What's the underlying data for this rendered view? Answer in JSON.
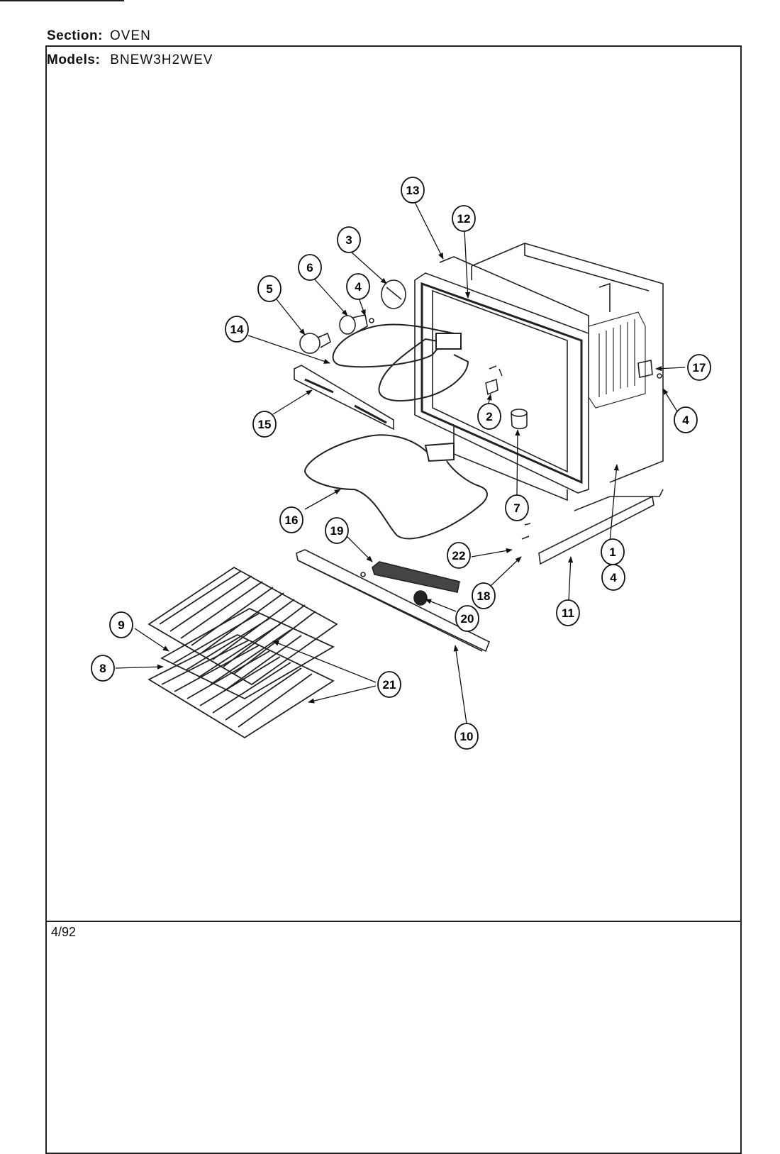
{
  "header": {
    "section_label": "Section:",
    "section_value": "OVEN",
    "models_label": "Models:",
    "models_value": "BNEW3H2WEV"
  },
  "footer": {
    "date": "4/92"
  },
  "callouts": [
    "13",
    "12",
    "3",
    "6",
    "4",
    "5",
    "14",
    "17",
    "4",
    "2",
    "15",
    "7",
    "16",
    "1",
    "4",
    "19",
    "22",
    "18",
    "11",
    "20",
    "9",
    "8",
    "21",
    "10"
  ]
}
